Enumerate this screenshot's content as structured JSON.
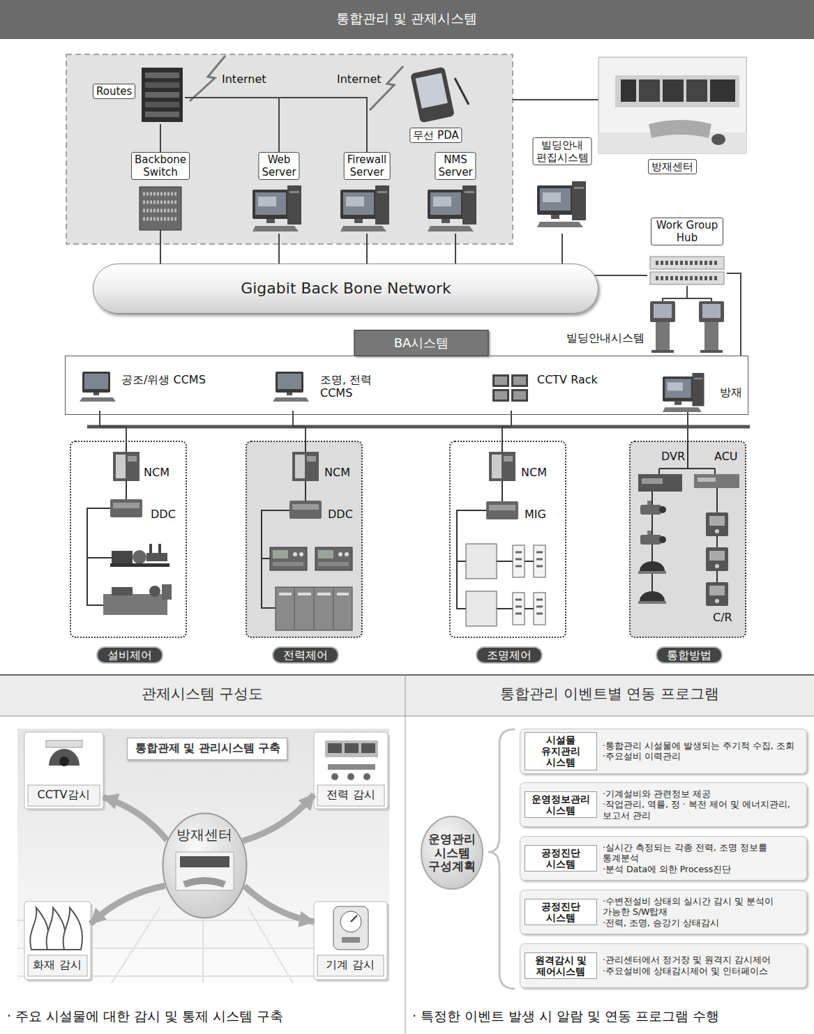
{
  "diagram": {
    "title": "통합관리 및 관제시스템",
    "nodes": [
      {
        "text": [
          "Routes"
        ]
      },
      {
        "text": [
          "Backbone Switch"
        ]
      },
      {
        "text": [
          "Web Server"
        ]
      },
      {
        "text": [
          "Firewall Server"
        ]
      },
      {
        "text": [
          "NMS Server"
        ]
      },
      {
        "text": [
          "무선 PDA"
        ]
      },
      {
        "text": [
          "빌딩안내 편집시스템"
        ]
      },
      {
        "text": [
          "방재센터"
        ]
      },
      {
        "text": [
          "Work Group Hub"
        ]
      },
      {
        "text": [
          "Gigabit Back Bone Network"
        ]
      },
      {
        "text": [
          "빌딩안내시스템"
        ]
      },
      {
        "text": [
          "BA시스템"
        ]
      },
      {
        "text": [
          "공조/위생 CCMS"
        ],
        "in": 11
      },
      {
        "text": [
          "조명, 전력 CCMS"
        ],
        "in": 11
      },
      {
        "text": [
          "CCTV Rack"
        ],
        "in": 11
      },
      {
        "text": [
          "방재"
        ],
        "in": 11
      },
      {
        "text": [
          "설비제어"
        ]
      },
      {
        "text": [
          "전력제어"
        ]
      },
      {
        "text": [
          "조명제어"
        ]
      },
      {
        "text": [
          "통합방법"
        ]
      },
      {
        "text": [
          "관제시스템 구성도",
          "· 주요 시설물에 대한 감시 및 통제 시스템 구축"
        ]
      },
      {
        "text": [
          "통합관제 및 관리시스템 구축"
        ],
        "in": 20
      },
      {
        "text": [
          "CCTV감시"
        ],
        "in": 20
      },
      {
        "text": [
          "전력 감시"
        ],
        "in": 20
      },
      {
        "text": [
          "방재센터"
        ],
        "in": 20
      },
      {
        "text": [
          "화재 감시"
        ],
        "in": 20
      },
      {
        "text": [
          "기계 감시"
        ],
        "in": 20
      },
      {
        "text": [
          "통합관리 이벤트별 연동 프로그램",
          "· 특정한 이벤트 발생 시 알람 및 연동 프로그램 수행"
        ]
      },
      {
        "text": [
          "운영관리 시스템 구성계획"
        ],
        "in": 27
      },
      {
        "text": [
          "시설물 유지관리 시스템",
          "·통합관리 시설물에 발생되는 주기적 수집, 조회",
          "·주요설비 이력관리"
        ],
        "in": 27
      },
      {
        "text": [
          "운영정보관리 시스템",
          "·기계설비와 관련정보 제공",
          "·작업관리, 역률, 정 · 복전 제어 및 에너지관리, 보고서 관리"
        ],
        "in": 27
      },
      {
        "text": [
          "공정진단 시스템",
          "·실시간 측정되는 각종 전력, 조명 정보를 통계분석",
          "·분석 Data에 의한 Process진단"
        ],
        "in": 27
      },
      {
        "text": [
          "공정진단 시스템",
          "·수변전설비 상태의 실시간 감시 및 분석이 가능한 S/W탑재",
          "·전력, 조명, 승강기 상태감시"
        ],
        "in": 27
      },
      {
        "text": [
          "원격감시 및 제어시스템",
          "·관리센터에서 정거장 및 원격지 감시제어",
          "·주요설비에 상태감시제어 및 인터페이스"
        ],
        "in": 27
      }
    ],
    "edges": [
      {
        "from": 0,
        "to": 1,
        "arrow": "none"
      },
      {
        "from": 0,
        "to": 2,
        "arrow": "none"
      },
      {
        "from": 0,
        "to": 3,
        "arrow": "none"
      },
      {
        "from": 1,
        "to": 9,
        "arrow": "none"
      },
      {
        "from": 2,
        "to": 9,
        "arrow": "none"
      },
      {
        "from": 3,
        "to": 9,
        "arrow": "none"
      },
      {
        "from": 4,
        "to": 9,
        "arrow": "none"
      },
      {
        "from": 6,
        "to": 9,
        "arrow": "none"
      },
      {
        "from": 9,
        "to": 8,
        "arrow": "none"
      },
      {
        "from": 8,
        "to": 10,
        "arrow": "none"
      },
      {
        "from": 8,
        "to": 11,
        "arrow": "none"
      },
      {
        "from": 12,
        "to": 16,
        "arrow": "none"
      },
      {
        "from": 13,
        "to": 17,
        "arrow": "none"
      },
      {
        "from": 14,
        "to": 18,
        "arrow": "none"
      },
      {
        "from": 15,
        "to": 19,
        "arrow": "none"
      },
      {
        "from": 24,
        "to": 22,
        "arrow": "to"
      },
      {
        "from": 24,
        "to": 23,
        "arrow": "to"
      },
      {
        "from": 24,
        "to": 25,
        "arrow": "to"
      },
      {
        "from": 24,
        "to": 26,
        "arrow": "to"
      }
    ],
    "labels": [
      "Internet",
      "Internet",
      "NCM",
      "DDC",
      "NCM",
      "DDC",
      "NCM",
      "MIG",
      "DVR",
      "ACU",
      "C/R"
    ]
  }
}
